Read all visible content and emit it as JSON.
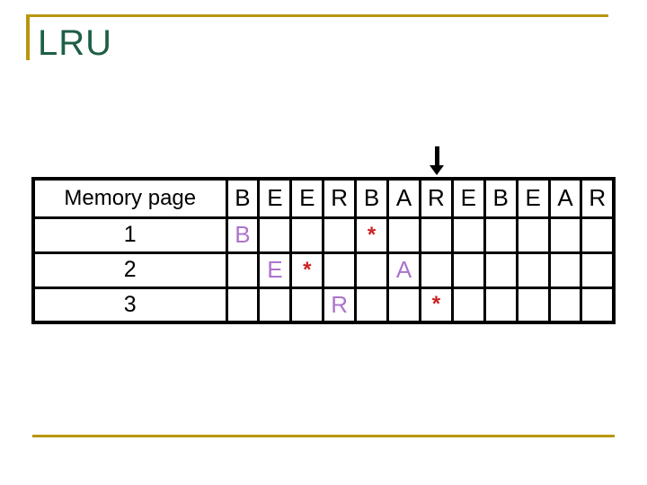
{
  "slide": {
    "title": "LRU"
  },
  "colors": {
    "title": "#1E5F45",
    "accent": "#B8960F",
    "hit_letter": "#AC74CC",
    "star": "#CC2222",
    "table_border": "#000000"
  },
  "table": {
    "row_header_label": "Memory page",
    "reference_string": [
      "B",
      "E",
      "E",
      "R",
      "B",
      "A",
      "R",
      "E",
      "B",
      "E",
      "A",
      "R"
    ],
    "pointer": {
      "icon": "down-arrow-icon",
      "column": 7
    },
    "rows": [
      {
        "label": "1",
        "entries": [
          {
            "column": 1,
            "text": "B",
            "kind": "page"
          },
          {
            "column": 5,
            "text": "*",
            "kind": "hit"
          }
        ]
      },
      {
        "label": "2",
        "entries": [
          {
            "column": 2,
            "text": "E",
            "kind": "page"
          },
          {
            "column": 3,
            "text": "*",
            "kind": "hit"
          },
          {
            "column": 6,
            "text": "A",
            "kind": "page"
          }
        ]
      },
      {
        "label": "3",
        "entries": [
          {
            "column": 4,
            "text": "R",
            "kind": "page"
          },
          {
            "column": 7,
            "text": "*",
            "kind": "hit"
          }
        ]
      }
    ]
  }
}
